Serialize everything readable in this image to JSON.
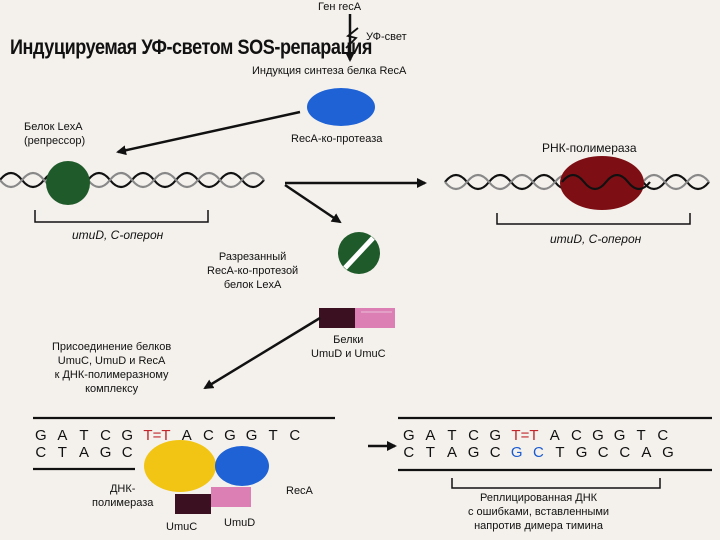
{
  "title": "Индуцируемая УФ-светом SOS-репарация",
  "top_labels": {
    "gene": "Ген recA",
    "uv": "УФ-свет",
    "induction": "Индукция синтеза белка RecA",
    "protease": "RecA-ко-протеаза"
  },
  "left_block": {
    "lexa_label_1": "Белок LexA",
    "lexa_label_2": "(репрессор)",
    "operon": "umuD, C-оперон"
  },
  "right_block": {
    "rnap": "РНК-полимераза",
    "operon": "umuD, C-оперон"
  },
  "middle": {
    "cut_1": "Разрезанный",
    "cut_2": "RecA-ко-протезой",
    "cut_3": "белок LexA",
    "proteins_1": "Белки",
    "proteins_2": "UmuD и UmuC",
    "join_1": "Присоединение белков",
    "join_2": "UmuC, UmuD и RecA",
    "join_3": "к ДНК-полимеразному",
    "join_4": "комплексу"
  },
  "bottom_left": {
    "top_strand": [
      "G",
      "A",
      "T",
      "C",
      "G",
      "T=T",
      "A",
      "C",
      "G",
      "G",
      "T",
      "C"
    ],
    "bottom_strand": [
      "C",
      "T",
      "A",
      "G",
      "C"
    ],
    "dnap_1": "ДНК-",
    "dnap_2": "полимераза",
    "reca": "RecA",
    "umuc": "UmuC",
    "umud": "UmuD"
  },
  "bottom_right": {
    "top_strand": [
      "G",
      "A",
      "T",
      "C",
      "G",
      "T=T",
      "A",
      "C",
      "G",
      "G",
      "T",
      "C"
    ],
    "bottom_strand": [
      "C",
      "T",
      "A",
      "G",
      "C",
      "G",
      "C",
      "T",
      "G",
      "C",
      "C",
      "A",
      "G"
    ],
    "caption_1": "Реплицированная ДНК",
    "caption_2": "с ошибками, вставленными",
    "caption_3": "напротив димера тимина"
  },
  "colors": {
    "reca_blue": "#1e62d6",
    "lexa_green": "#1f5a2a",
    "rnap_red": "#7d0f14",
    "pol_yellow": "#f2c515",
    "umuc_dark": "#3b1020",
    "umud_pink": "#dc7fb4",
    "dimer_red": "#c0262c"
  }
}
